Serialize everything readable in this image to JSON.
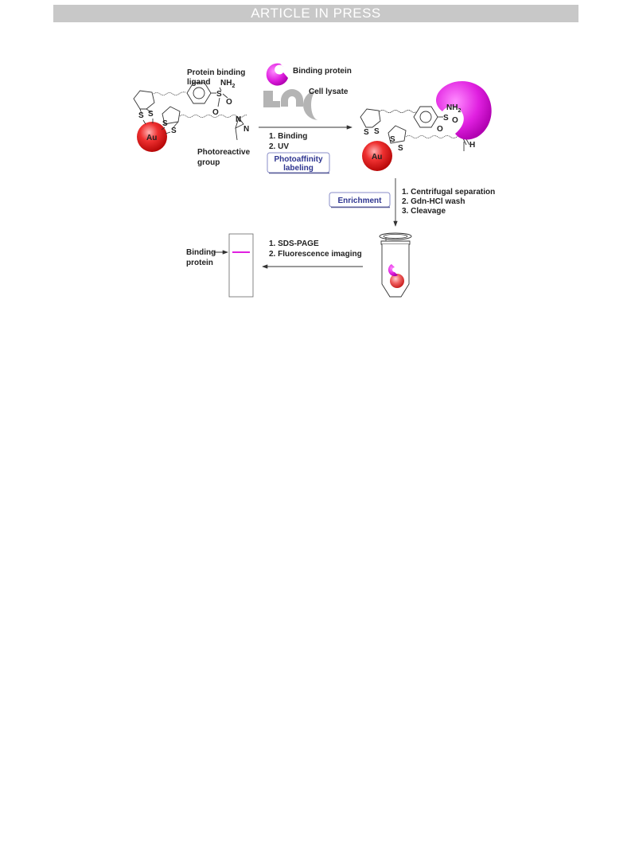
{
  "header": {
    "banner": "ARTICLE IN PRESS"
  },
  "figure": {
    "left_structure": {
      "ligand_label_line1": "Protein binding",
      "ligand_label_line2": "ligand",
      "photoreactive_line1": "Photoreactive",
      "photoreactive_line2": "group",
      "nanoparticle": "Au"
    },
    "reagents": {
      "binding_protein": "Binding protein",
      "cell_lysate": "Cell lysate"
    },
    "step1": {
      "line1": "1. Binding",
      "line2": "2. UV",
      "box_line1": "Photoaffinity",
      "box_line2": "labeling"
    },
    "step2": {
      "box": "Enrichment",
      "line1": "1. Centrifugal separation",
      "line2": "2. Gdn-HCl wash",
      "line3": "3. Cleavage"
    },
    "step3": {
      "line1": "1. SDS-PAGE",
      "line2": "2. Fluorescence imaging"
    },
    "gel": {
      "label_line1": "Binding",
      "label_line2": "protein"
    },
    "right_structure": {
      "nanoparticle": "Au"
    },
    "colors": {
      "protein": "#e020e0",
      "gold": "#e42020",
      "box_text": "#2e3590",
      "lysate_gray": "#b4b4b4"
    }
  }
}
